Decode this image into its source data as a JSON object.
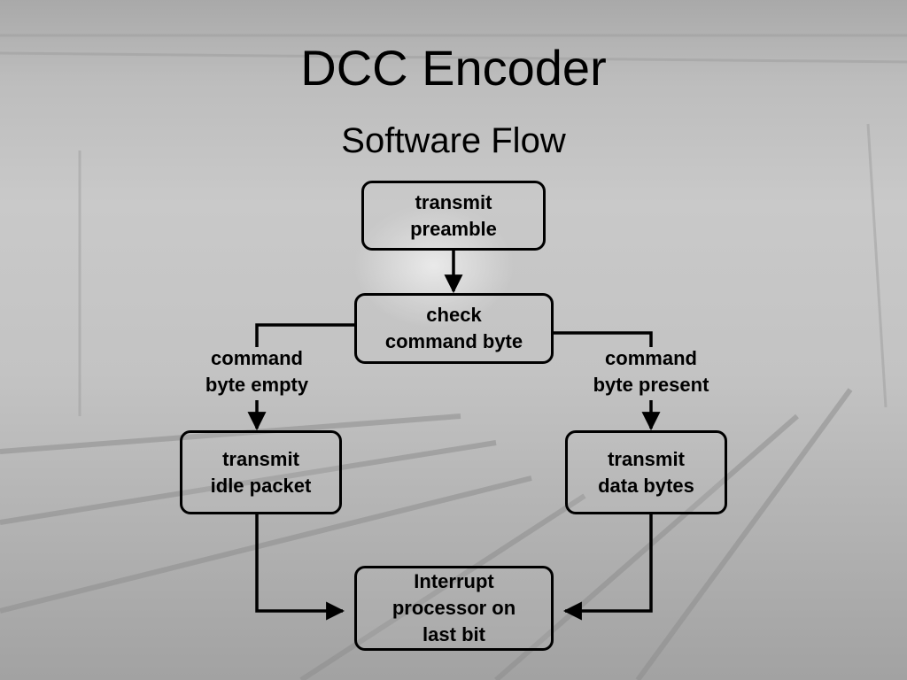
{
  "slide": {
    "title": "DCC Encoder",
    "subtitle": "Software Flow"
  },
  "nodes": {
    "transmit_preamble": "transmit\npreamble",
    "check_command_byte": "check\ncommand byte",
    "transmit_idle_packet": "transmit\nidle packet",
    "transmit_data_bytes": "transmit\ndata bytes",
    "interrupt_processor": "Interrupt\nprocessor on\nlast bit"
  },
  "edges": {
    "command_byte_empty": "command\nbyte empty",
    "command_byte_present": "command\nbyte present"
  }
}
